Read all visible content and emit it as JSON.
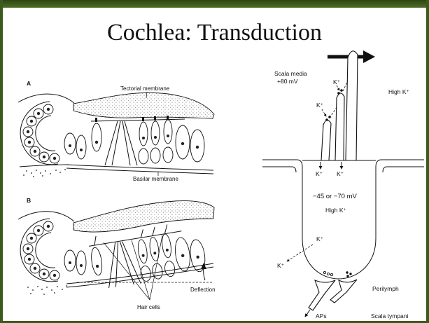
{
  "slide": {
    "title": "Cochlea: Transduction"
  },
  "diagram_a": {
    "panel_label": "A",
    "tectorial_label": "Tectorial membrane",
    "basilar_label": "Basilar membrane"
  },
  "diagram_b": {
    "panel_label": "B",
    "deflection_label": "Deflection",
    "hair_cells_label": "Hair cells"
  },
  "hair_cell": {
    "scala_media": "Scala media",
    "endolymph_potential": "+80 mV",
    "k_top": "K⁺",
    "k_left": "K⁺",
    "high_k_endolymph": "High K⁺",
    "k_in_left": "K⁺",
    "k_in_right": "K⁺",
    "resting_potential": "−45 or −70 mV",
    "high_k_cell": "High K⁺",
    "k_out_upper": "K⁺",
    "k_out_lower": "K⁺",
    "perilymph": "Perilymph",
    "aps": "APs",
    "scala_tympani": "Scala tympani"
  },
  "colors": {
    "frame": "#3d5a1d",
    "ink": "#111111"
  }
}
